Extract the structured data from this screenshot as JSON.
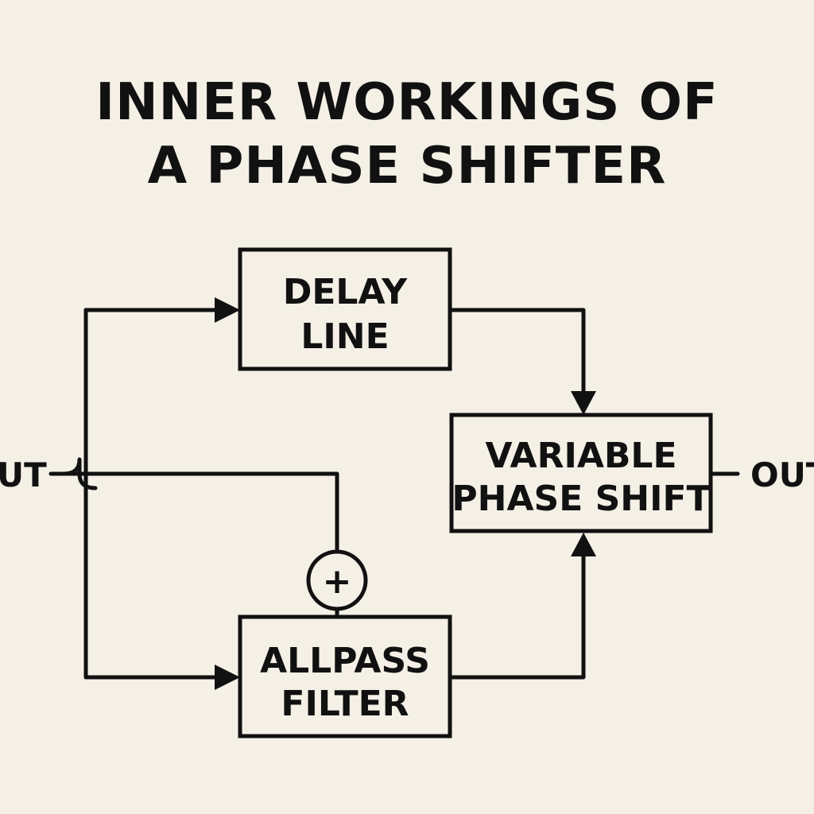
{
  "title": {
    "line1": "INNER WORKINGS OF",
    "line2": "A PHASE SHIFTER"
  },
  "blocks": {
    "delay_line": {
      "line1": "DELAY",
      "line2": "LINE"
    },
    "variable_phase_shift": {
      "line1": "VARIABLE",
      "line2": "PHASE SHIFT"
    },
    "allpass_filter": {
      "line1": "ALLPASS",
      "line2": "FILTER"
    }
  },
  "summing_junction": {
    "symbol": "+"
  },
  "io": {
    "input_label": "UT",
    "output_label": "OUT"
  },
  "colors": {
    "background": "#f4f0e6",
    "ink": "#111111"
  }
}
